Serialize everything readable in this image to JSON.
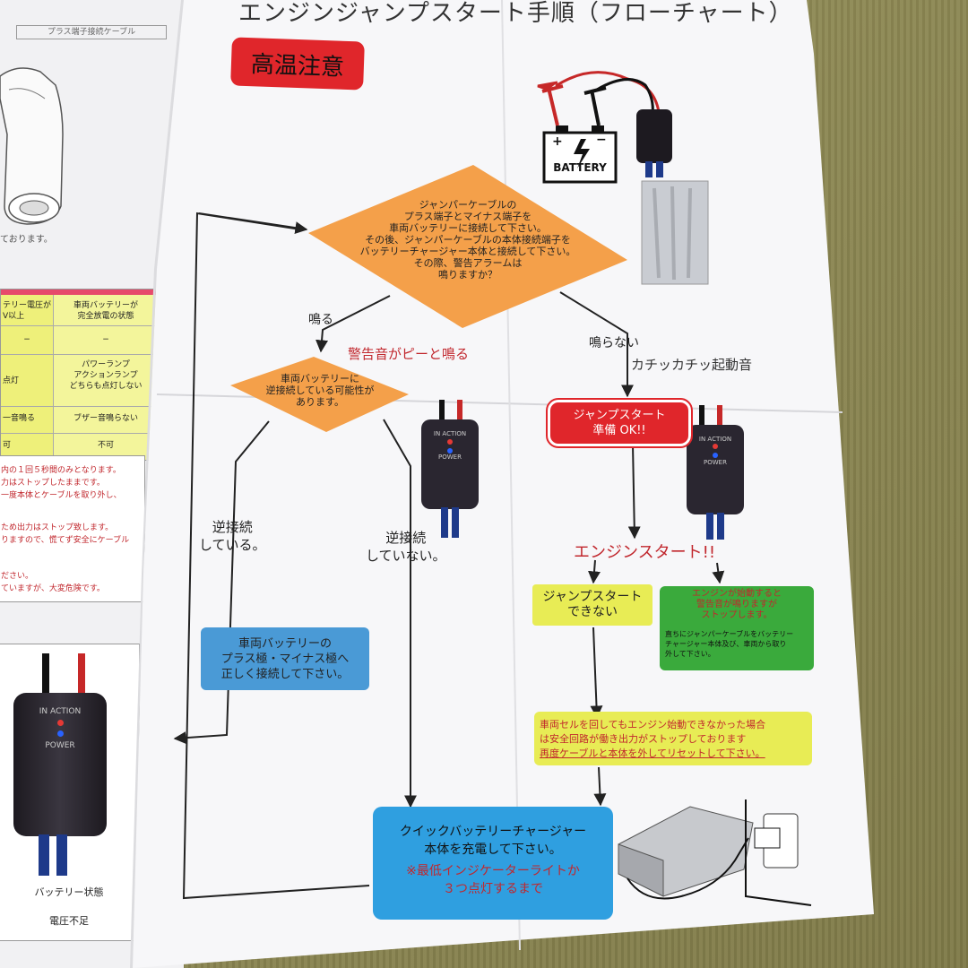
{
  "page": {
    "title": "エンジンジャンプスタート手順（フローチャート）",
    "warning_badge": "高温注意",
    "battery_label": "BATTERY",
    "battery_plus": "+",
    "battery_minus": "−"
  },
  "left_page": {
    "cable_label": "プラス端子接続ケーブル",
    "caption": "ております。",
    "table": {
      "header": [
        "テリー電圧が\nV以上",
        "車両バッテリーが\n完全放電の状態"
      ],
      "rows": [
        [
          "−",
          "−"
        ],
        [
          "点灯",
          "パワーランプ\nアクションランプ\nどちらも点灯しない"
        ],
        [
          "一音鳴る",
          "ブザー音鳴らない"
        ],
        [
          "可",
          "不可"
        ]
      ]
    },
    "notes": [
      "内の１回５秒間のみとなります。",
      "力はストップしたままです。",
      "一度本体とケーブルを取り外し、",
      "ため出力はストップ致します。",
      "りますので、慌てず安全にケーブル",
      "ださい。",
      "ていますが、大変危険です。"
    ],
    "device_in_action": "IN ACTION",
    "device_power": "POWER",
    "battery_state": "バッテリー状態",
    "voltage_low": "電圧不足"
  },
  "flow": {
    "start_diamond": "ジャンパーケーブルの\nプラス端子とマイナス端子を\n車両バッテリーに接続して下さい。\nその後、ジャンパーケーブルの本体接続端子を\nバッテリーチャージャー本体と接続して下さい。\nその際、警告アラームは\n鳴りますか？",
    "yes_label": "鳴る",
    "yes_note": "警告音がピーと鳴る",
    "no_label": "鳴らない",
    "no_note": "カチッカチッ起動音",
    "reverse_diamond": "車両バッテリーに\n逆接続している可能性が\nあります。",
    "reversed_label": "逆接続\nしている。",
    "not_reversed_label": "逆接続\nしていない。",
    "reconnect_box": "車両バッテリーの\nプラス極・マイナス極へ\n正しく接続して下さい。",
    "ready_box": "ジャンプスタート\n準備 OK!!",
    "engine_start": "エンジンスタート!!",
    "cannot_start_box": "ジャンプスタート\nできない",
    "success_box_top": "エンジンが始動すると\n警告音が鳴りますが\nストップします。",
    "success_box_bottom": "直ちにジャンパーケーブルをバッテリー\nチャージャー本体及び、車両から取り\n外して下さい。",
    "reset_box_line1": "車両セルを回してもエンジン始動できなかった場合",
    "reset_box_line2": "は安全回路が働き出力がストップしております",
    "reset_box_line3": "再度ケーブルと本体を外してリセットして下さい。",
    "charge_box_main": "クイックバッテリーチャージャー\n本体を充電して下さい。",
    "charge_box_note": "※最低インジケーターライトか\n３つ点灯するまで",
    "device_in_action": "IN ACTION",
    "device_power": "POWER"
  },
  "colors": {
    "orange": "#f4a04a",
    "blue_box": "#4a9ad6",
    "yellow_box": "#e8ec55",
    "green_box": "#3aaa3c",
    "red_badge": "#e0262b",
    "charge_box": "#2f9fe0"
  }
}
